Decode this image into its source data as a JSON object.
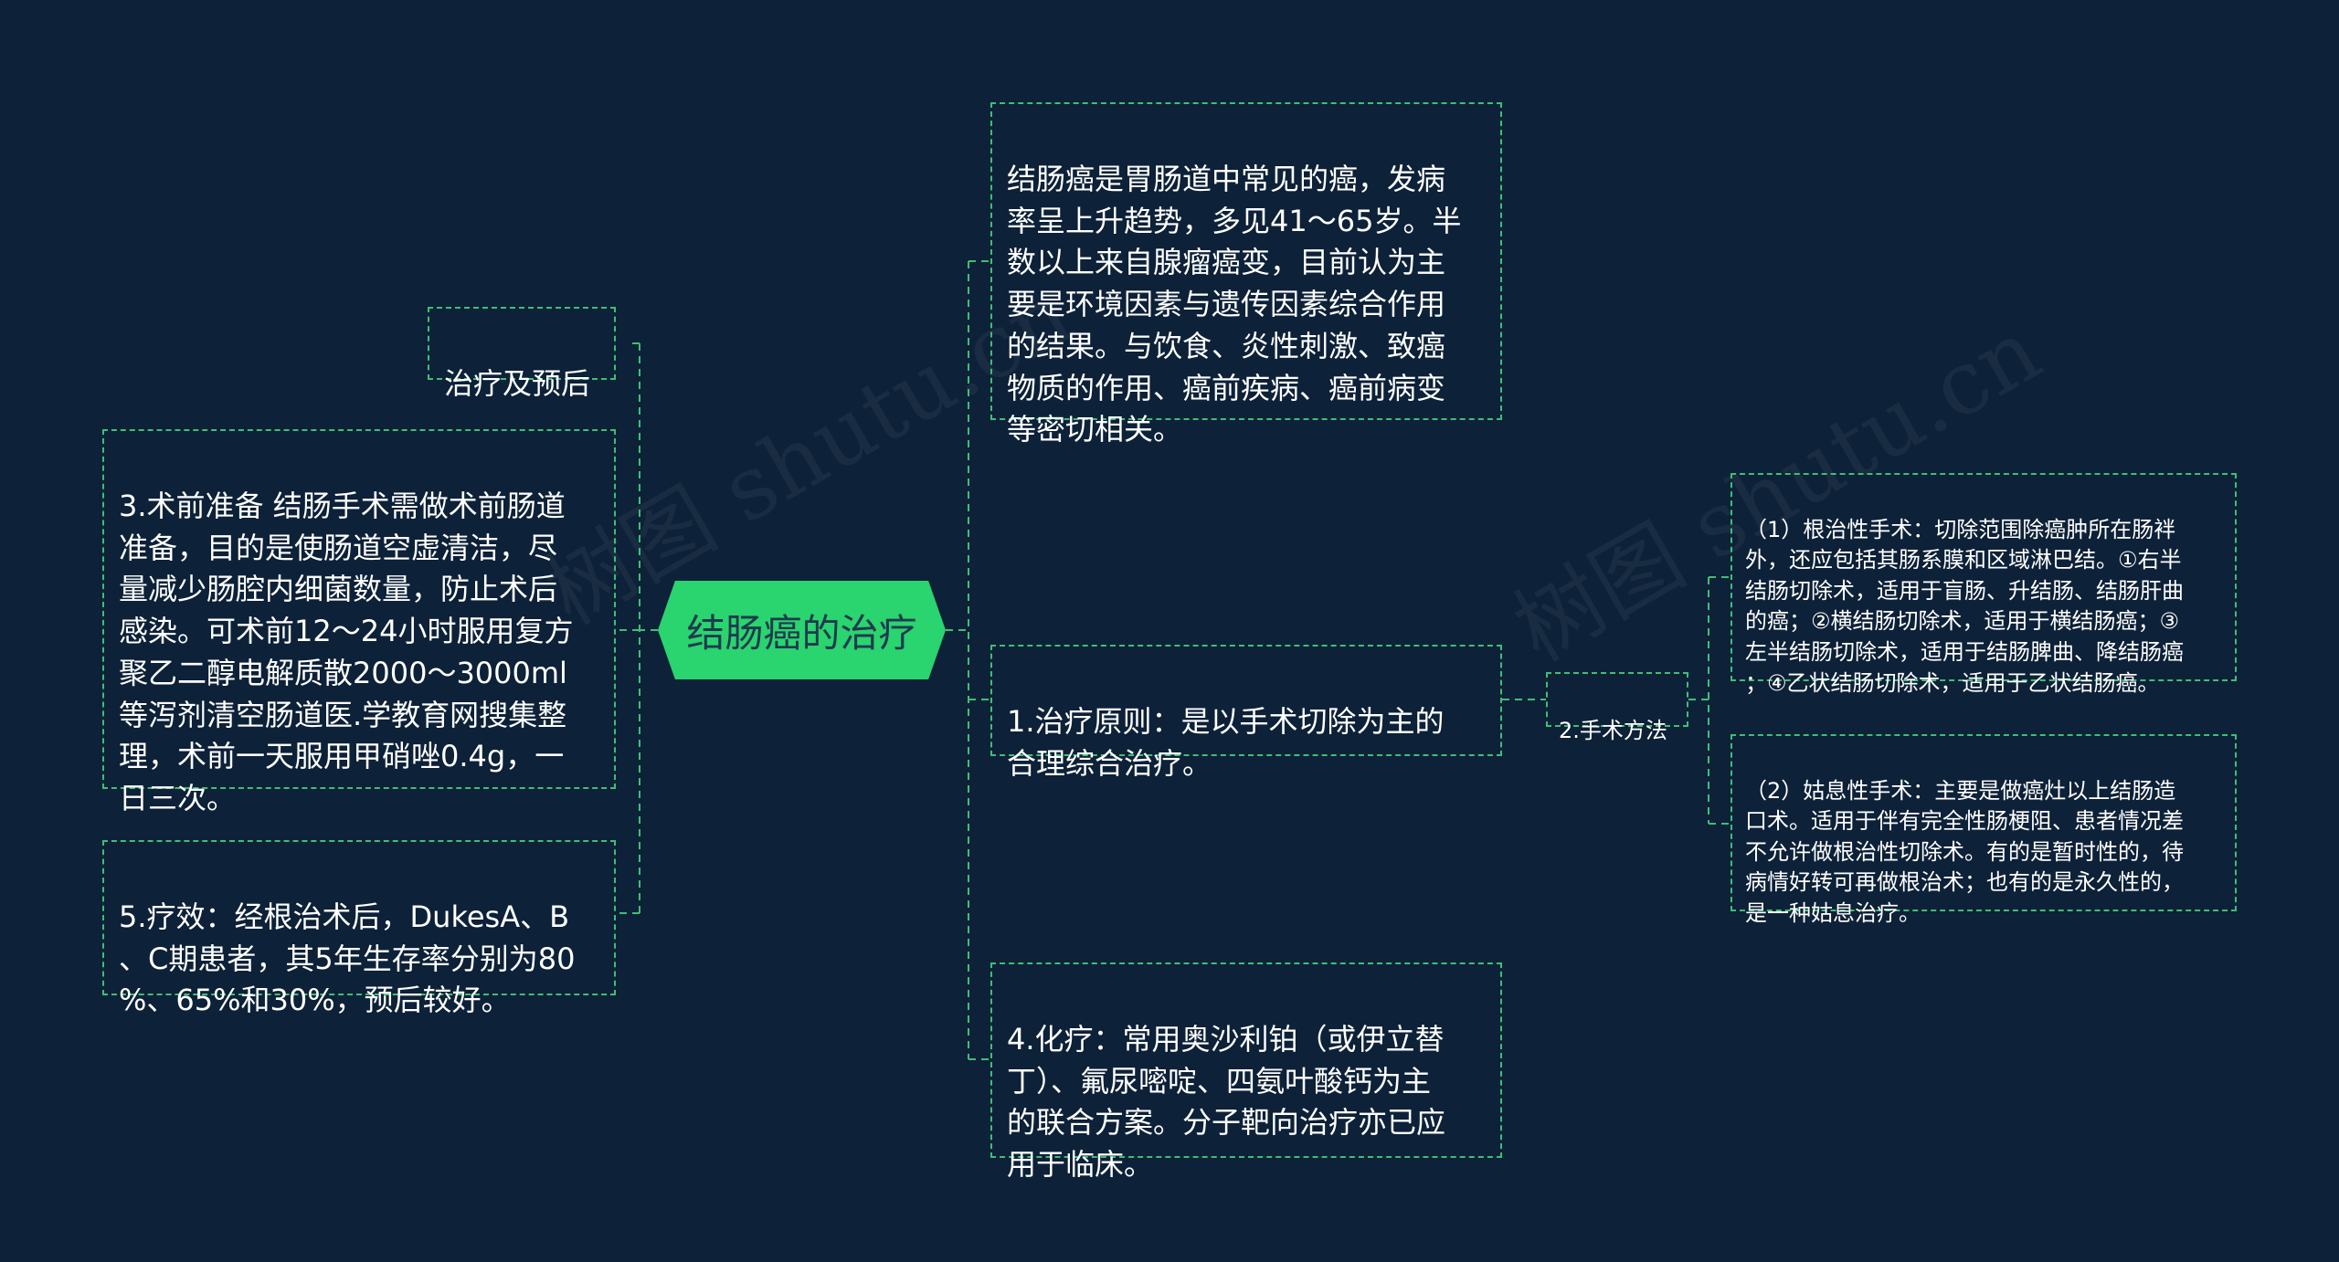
{
  "root": {
    "label": "结肠癌的治疗"
  },
  "left": {
    "heading": "治疗及预后",
    "preop": "3.术前准备 结肠手术需做术前肠道\n准备，目的是使肠道空虚清洁，尽\n量减少肠腔内细菌数量，防止术后\n感染。可术前12～24小时服用复方\n聚乙二醇电解质散2000～3000ml\n等泻剂清空肠道医.学教育网搜集整\n理，术前一天服用甲硝唑0.4g，一\n日三次。",
    "efficacy": "5.疗效：经根治术后，DukesA、B\n、C期患者，其5年生存率分别为80\n%、65%和30%，预后较好。"
  },
  "right": {
    "intro": "结肠癌是胃肠道中常见的癌，发病\n率呈上升趋势，多见41～65岁。半\n数以上来自腺瘤癌变，目前认为主\n要是环境因素与遗传因素综合作用\n的结果。与饮食、炎性刺激、致癌\n物质的作用、癌前疾病、癌前病变\n等密切相关。",
    "principle": "1.治疗原则：是以手术切除为主的\n合理综合治疗。",
    "chemo": "4.化疗：常用奥沙利铂（或伊立替\n丁）、氟尿嘧啶、四氨叶酸钙为主\n的联合方案。分子靶向治疗亦已应\n用于临床。",
    "surgery_methods": "2.手术方法",
    "radical": "（1）根治性手术：切除范围除癌肿所在肠袢\n外，还应包括其肠系膜和区域淋巴结。①右半\n结肠切除术，适用于盲肠、升结肠、结肠肝曲\n的癌；②横结肠切除术，适用于横结肠癌；③\n左半结肠切除术，适用于结肠脾曲、降结肠癌\n；④乙状结肠切除术，适用于乙状结肠癌。",
    "palliative": "（2）姑息性手术：主要是做癌灶以上结肠造\n口术。适用于伴有完全性肠梗阻、患者情况差\n不允许做根治性切除术。有的是暂时性的，待\n病情好转可再做根治术；也有的是永久性的，\n是一种姑息治疗。"
  },
  "colors": {
    "background": "#0d2138",
    "accent": "#2ad46e",
    "line": "#3fbf73"
  }
}
